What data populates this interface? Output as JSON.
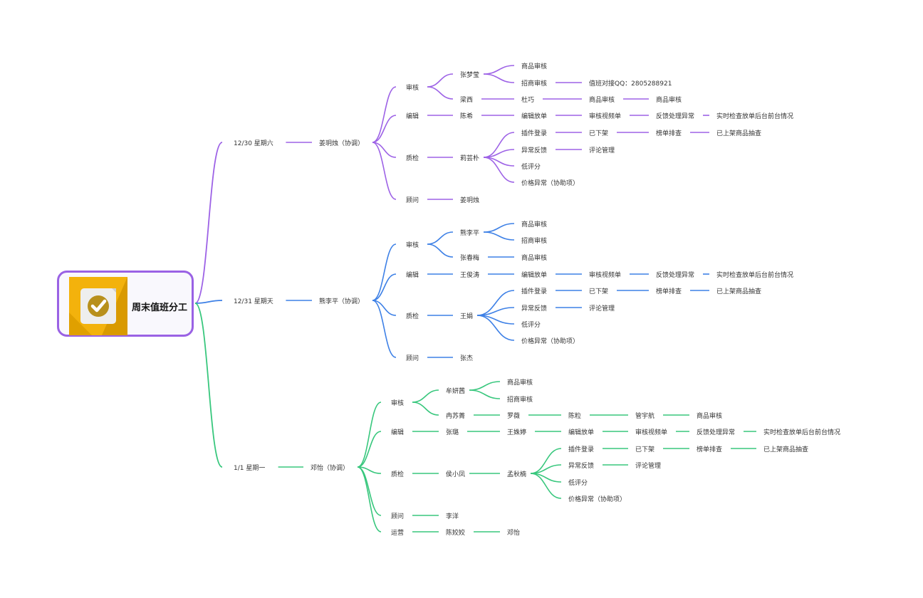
{
  "root": {
    "title": "周末值班分工"
  },
  "colors": {
    "day1": "#9d62e6",
    "day2": "#3d80e6",
    "day3": "#38c77d",
    "root_border": "#9a62e4",
    "icon_bg": "#f3b20c"
  },
  "icons": {
    "root": "checkmark-icon"
  },
  "days": [
    {
      "label": "12/30 星期六",
      "lead": "姜玥烛（协调）",
      "groups": [
        {
          "label": "审核",
          "rows": [
            [
              "张梦莹",
              "商品审核"
            ],
            [
              "张梦莹",
              "招商审核",
              "值班对接QQ：2805288921"
            ],
            [
              "梁西",
              "杜巧",
              "商品审核",
              "商品审核"
            ]
          ]
        },
        {
          "label": "编辑",
          "rows": [
            [
              "陈希",
              "编辑放单",
              "审核视频单",
              "反馈处理异常",
              "实时检查放单后台前台情况"
            ]
          ]
        },
        {
          "label": "质检",
          "rows": [
            [
              "莉芸朴",
              "插件登录",
              "已下架",
              "榜单排查",
              "已上架商品抽查"
            ],
            [
              "莉芸朴",
              "异常反馈",
              "评论管理"
            ],
            [
              "莉芸朴",
              "低评分"
            ],
            [
              "莉芸朴",
              "价格异常（协助项）"
            ]
          ]
        },
        {
          "label": "顾问",
          "rows": [
            [
              "姜玥烛"
            ]
          ]
        }
      ]
    },
    {
      "label": "12/31 星期天",
      "lead": "熊李平（协调）",
      "groups": [
        {
          "label": "审核",
          "rows": [
            [
              "熊李平",
              "商品审核"
            ],
            [
              "熊李平",
              "招商审核"
            ],
            [
              "张春梅",
              "商品审核"
            ]
          ]
        },
        {
          "label": "编辑",
          "rows": [
            [
              "王俊涛",
              "编辑放单",
              "审核视频单",
              "反馈处理异常",
              "实时检查放单后台前台情况"
            ]
          ]
        },
        {
          "label": "质检",
          "rows": [
            [
              "王娟",
              "插件登录",
              "已下架",
              "榜单排查",
              "已上架商品抽查"
            ],
            [
              "王娟",
              "异常反馈",
              "评论管理"
            ],
            [
              "王娟",
              "低评分"
            ],
            [
              "王娟",
              "价格异常（协助项）"
            ]
          ]
        },
        {
          "label": "顾问",
          "rows": [
            [
              "张杰"
            ]
          ]
        }
      ]
    },
    {
      "label": "1/1 星期一",
      "lead": "邓怡（协调）",
      "groups": [
        {
          "label": "审核",
          "rows": [
            [
              "牟妍茜",
              "商品审核"
            ],
            [
              "牟妍茜",
              "招商审核"
            ],
            [
              "冉苏菁",
              "罗薇",
              "陈粒",
              "管宇航",
              "商品审核"
            ]
          ]
        },
        {
          "label": "编辑",
          "rows": [
            [
              "张璐",
              "王姝婷",
              "编辑放单",
              "审核视频单",
              "反馈处理异常",
              "实时检查放单后台前台情况"
            ]
          ]
        },
        {
          "label": "质检",
          "rows": [
            [
              "侯小凤",
              "孟秋楠",
              "插件登录",
              "已下架",
              "榜单排查",
              "已上架商品抽查"
            ],
            [
              "侯小凤",
              "孟秋楠",
              "异常反馈",
              "评论管理"
            ],
            [
              "侯小凤",
              "孟秋楠",
              "低评分"
            ],
            [
              "侯小凤",
              "孟秋楠",
              "价格异常（协助项）"
            ]
          ]
        },
        {
          "label": "顾问",
          "rows": [
            [
              "李洋"
            ]
          ]
        },
        {
          "label": "运营",
          "rows": [
            [
              "陈姣姣",
              "邓怡"
            ]
          ]
        }
      ]
    }
  ]
}
